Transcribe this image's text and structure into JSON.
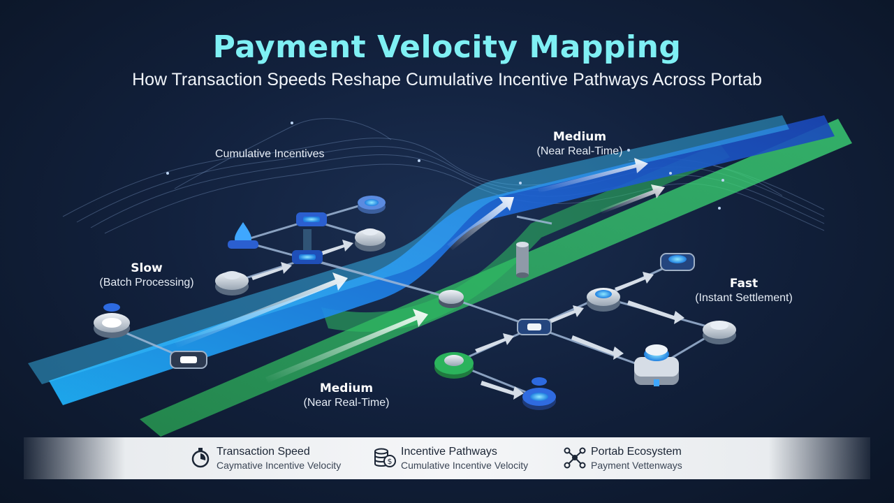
{
  "header": {
    "title": "Payment Velocity Mapping",
    "subtitle": "How Transaction Speeds Reshape Cumulative Incentive Pathways Across Portab"
  },
  "labels": {
    "cumulative": "Cumulative Incentives",
    "slow": {
      "title": "Slow",
      "sub": "(Batch Processing)"
    },
    "medium_top": {
      "title": "Medium",
      "sub": "(Near Real-Time)"
    },
    "medium_bottom": {
      "title": "Medium",
      "sub": "(Near Real-Time)"
    },
    "fast": {
      "title": "Fast",
      "sub": "(Instant Settlement)"
    }
  },
  "legend": [
    {
      "icon": "stopwatch-icon",
      "title": "Transaction Speed",
      "sub": "Caymative Incentive Velocity"
    },
    {
      "icon": "coins-stack-icon",
      "title": "Incentive Pathways",
      "sub": "Cumulative Incentive Velocity"
    },
    {
      "icon": "network-icon",
      "title": "Portab Ecosystem",
      "sub": "Payment Vettenways"
    }
  ],
  "colors": {
    "title": "#7ff0f4",
    "blue_stream": "#2f8ff0",
    "green_stream": "#36c267",
    "background": "#12213d"
  }
}
